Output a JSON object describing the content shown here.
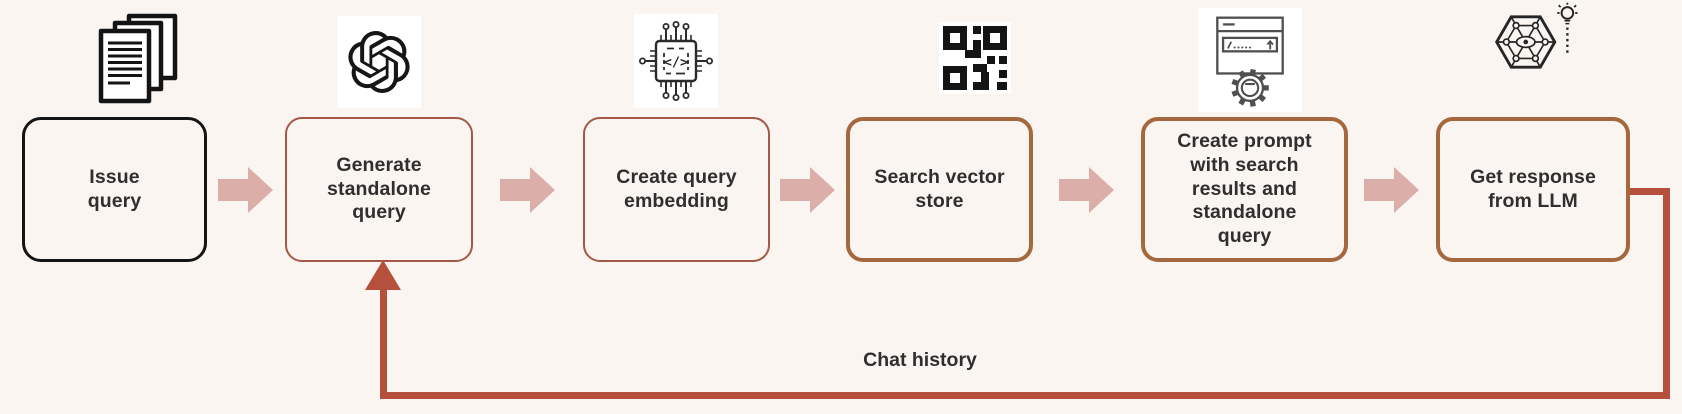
{
  "diagram": {
    "title_hint": "RAG chat flow",
    "steps": [
      {
        "label": "Issue\nquery",
        "icon": "documents-stack-icon",
        "border_style": "black"
      },
      {
        "label": "Generate\nstandalone\nquery",
        "icon": "openai-logo-icon",
        "border_style": "thin"
      },
      {
        "label": "Create query\nembedding",
        "icon": "chip-code-icon",
        "border_style": "thin"
      },
      {
        "label": "Search vector\nstore",
        "icon": "qr-code-icon",
        "border_style": "thick"
      },
      {
        "label": "Create prompt\nwith search\nresults and\nstandalone\nquery",
        "icon": "browser-gear-icon",
        "border_style": "thick"
      },
      {
        "label": "Get response\nfrom LLM",
        "icon": "network-bulb-icon",
        "border_style": "thick"
      }
    ],
    "feedback": {
      "label": "Chat history"
    },
    "colors": {
      "background": "#faf5f1",
      "text": "#2f2f2f",
      "box_border_black": "#141414",
      "box_border_thin": "#a65847",
      "box_border_thick": "#a5683e",
      "forward_arrow": "#dcaeaa",
      "feedback_arrow": "#b5503d"
    }
  }
}
